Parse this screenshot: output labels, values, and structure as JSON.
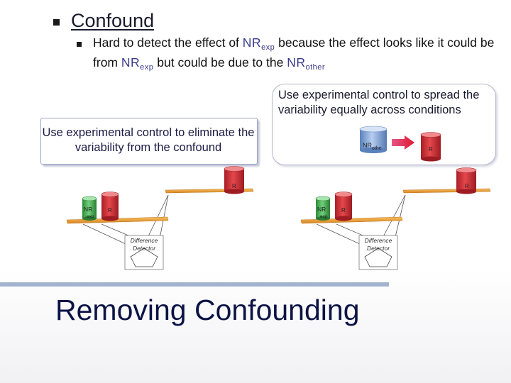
{
  "slide_title": "Removing Confounding",
  "heading": "Confound",
  "subbullet": {
    "t1": "Hard to detect the effect of ",
    "nr1": "NR",
    "sub1": "exp",
    "t2": " because the effect looks like it could be from ",
    "nr2": "NR",
    "sub2": "exp",
    "t3": " but could be due to the ",
    "nr3": "NR",
    "sub3": "other"
  },
  "left_box": "Use experimental control to eliminate the variability from the confound",
  "right_box": "Use experimental control to spread the variability equally across conditions",
  "legend": {
    "nr_other_main": "NR",
    "nr_other_sub": "othe",
    "r_label": "R"
  },
  "left_setup": {
    "top_r": "R",
    "nr_main": "NR",
    "nr_sub": "exp",
    "r": "R",
    "detector_line1": "Difference",
    "detector_line2": "Detector"
  },
  "right_setup": {
    "top_r": "R",
    "nr_main": "NR",
    "nr_sub": "exp",
    "r": "R",
    "detector_line1": "Difference",
    "detector_line2": "Detector"
  },
  "colors": {
    "title": "#1a1a2e",
    "nr_text": "#3a3a8c",
    "red_cylinder": "#d9343a",
    "green_cylinder": "#4caf50",
    "blue_cylinder": "#7ea3d8",
    "plank": "#f2a23c",
    "bar": "#a2b3cf"
  }
}
